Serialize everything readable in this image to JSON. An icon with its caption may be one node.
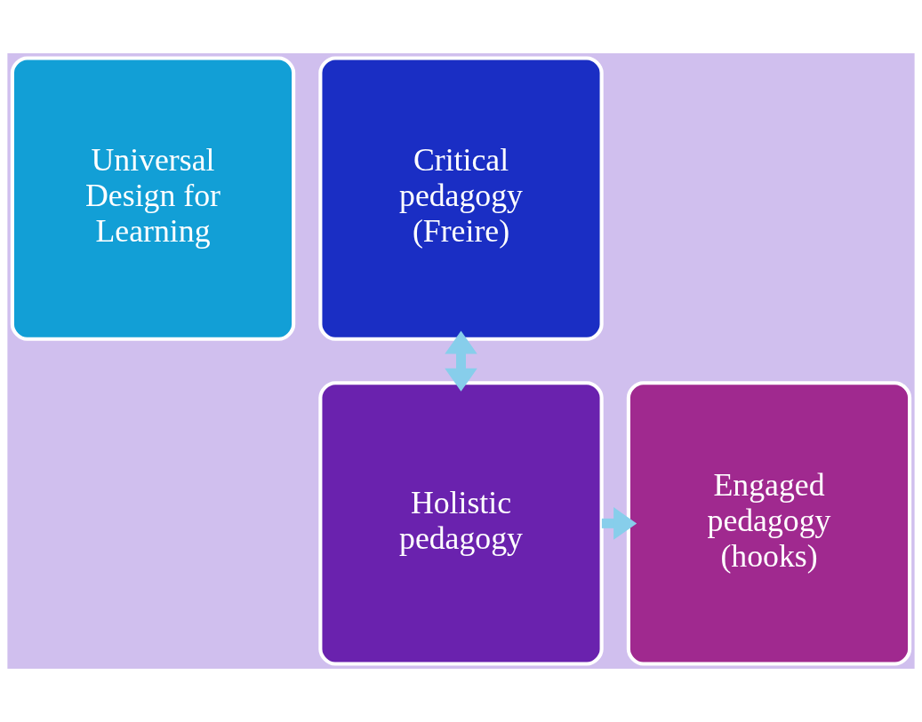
{
  "diagram": {
    "nodes": [
      {
        "text": [
          "Universal Design for Learning"
        ]
      },
      {
        "text": [
          "Critical pedagogy (Freire)"
        ]
      },
      {
        "text": [
          "Holistic pedagogy"
        ]
      },
      {
        "text": [
          "Engaged pedagogy (hooks)"
        ]
      }
    ],
    "edges": [
      {
        "from": 1,
        "to": 2,
        "arrow": "both"
      },
      {
        "from": 2,
        "to": 3,
        "arrow": "to"
      }
    ]
  }
}
